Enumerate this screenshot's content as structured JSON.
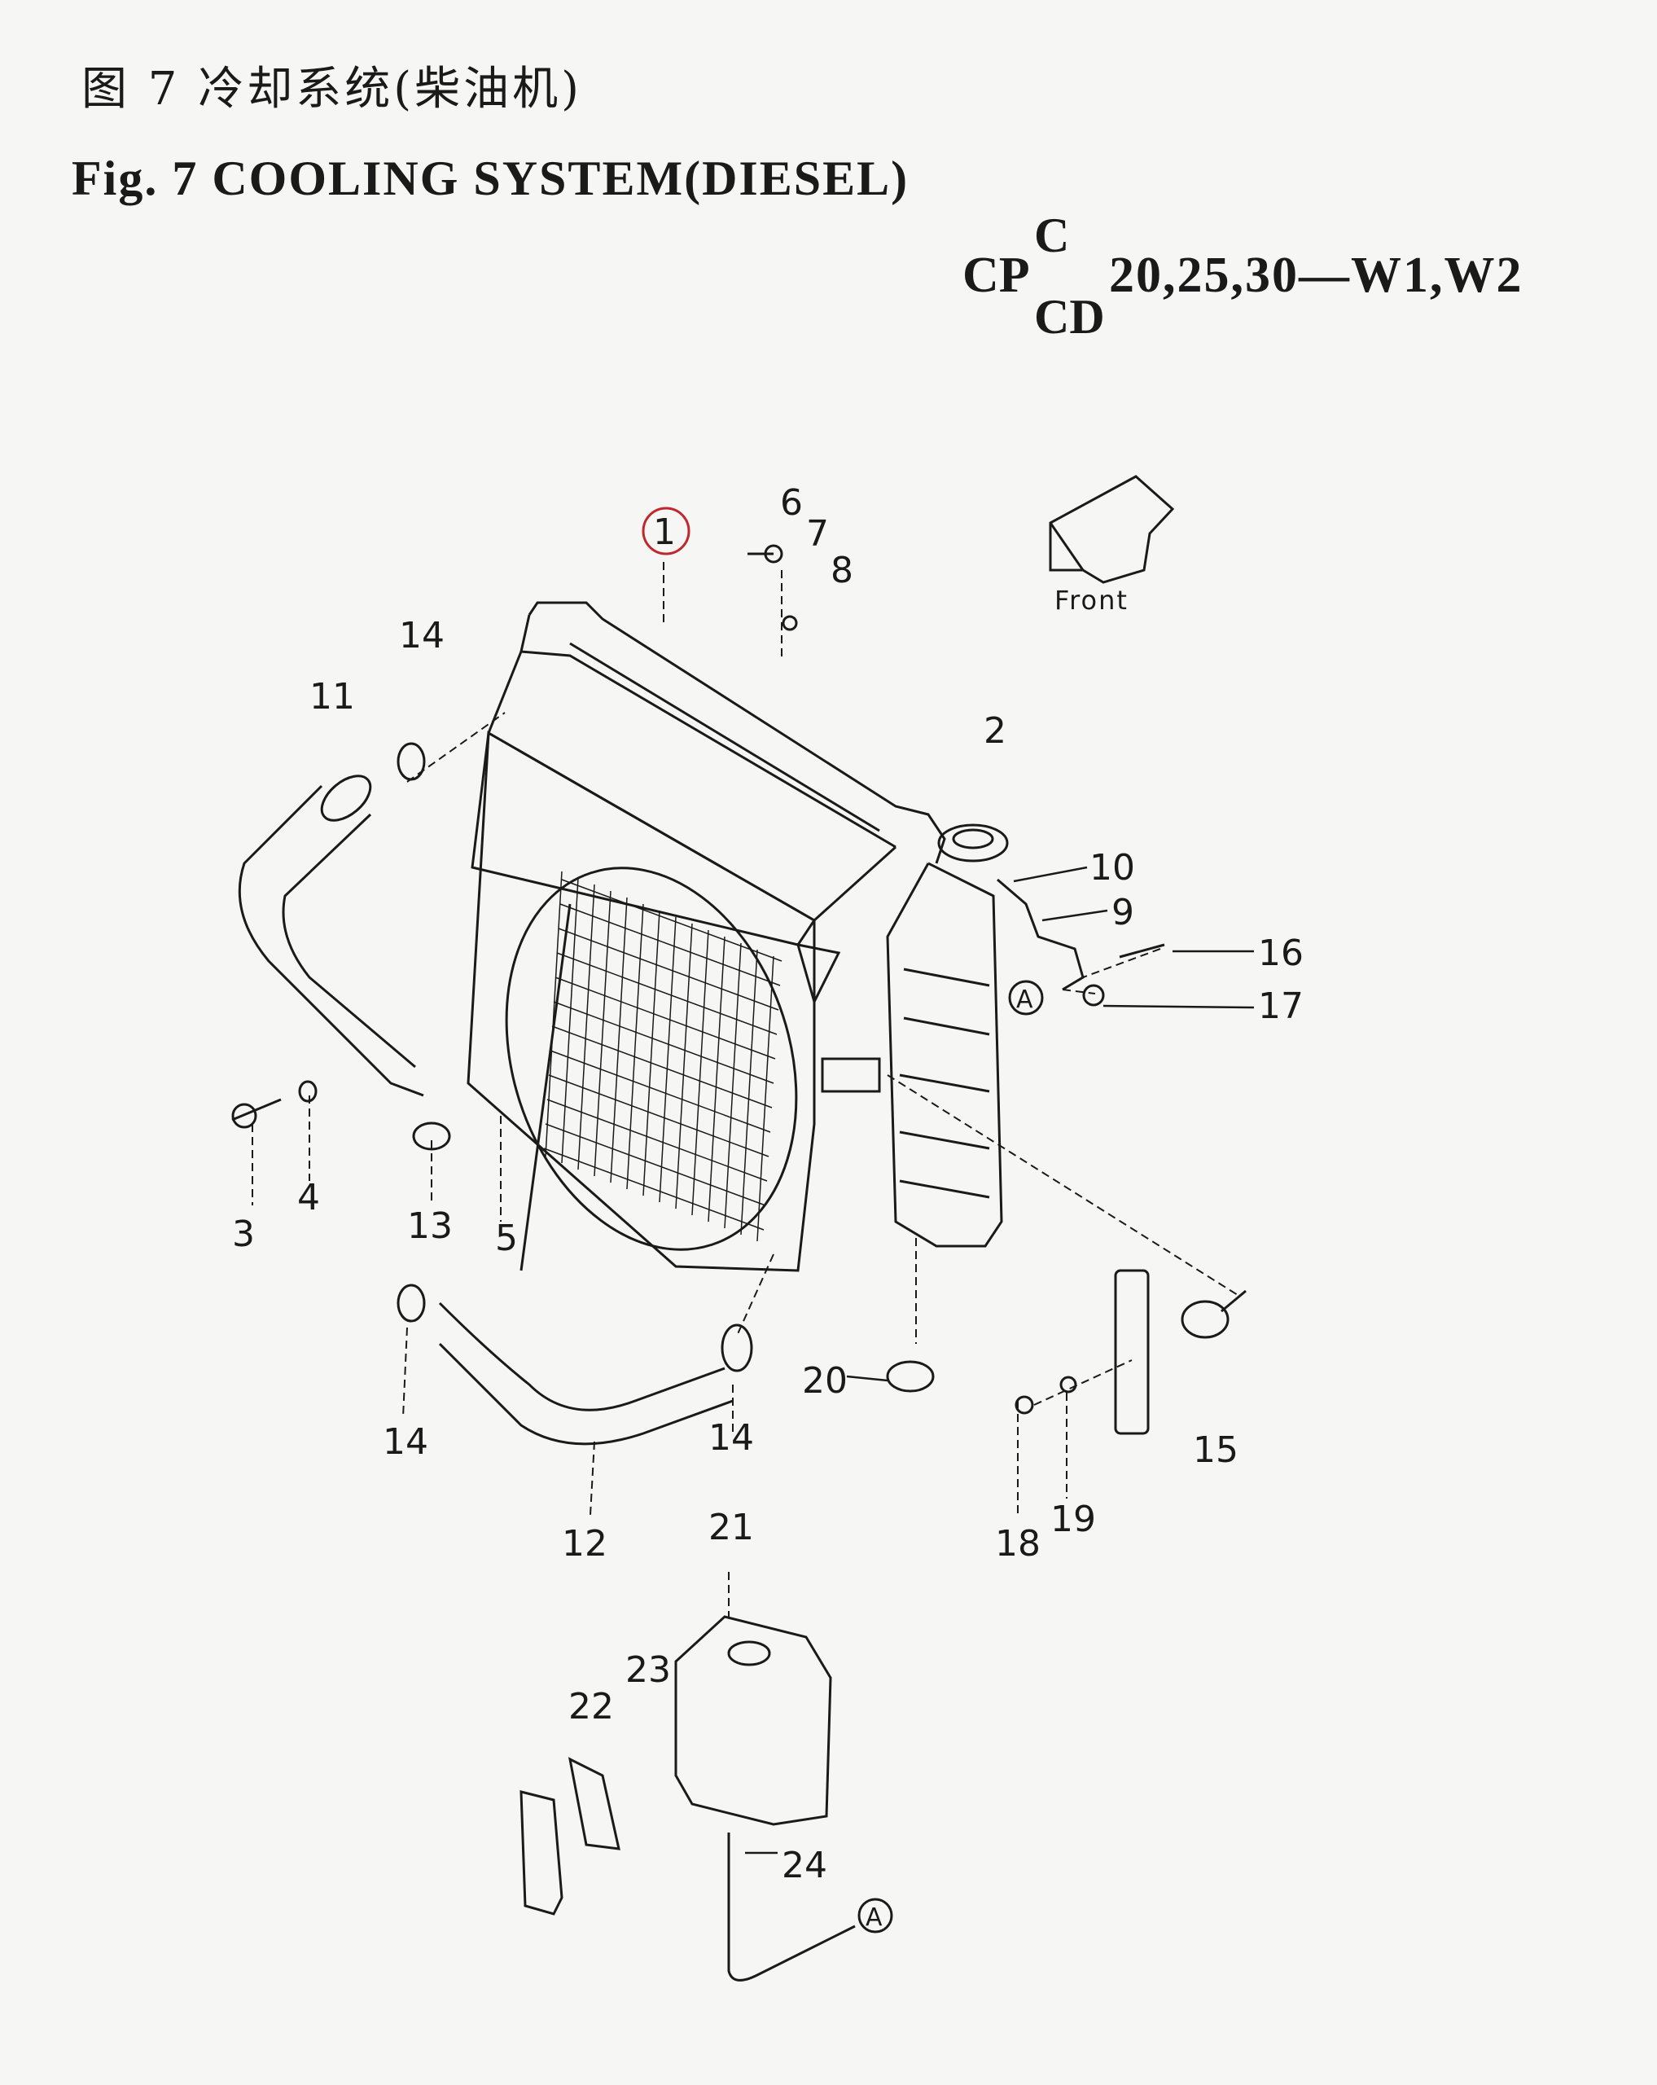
{
  "title": {
    "cn": "图 7   冷却系统(柴油机)",
    "en": "Fig. 7   COOLING SYSTEM(DIESEL)"
  },
  "model": {
    "prefix": "CP",
    "top": "C",
    "bottom": "CD",
    "rest": "20,25,30—W1,W2"
  },
  "direction_label": "Front",
  "connector_label": "A",
  "part_callouts": [
    "1",
    "2",
    "3",
    "4",
    "5",
    "6",
    "7",
    "8",
    "9",
    "10",
    "11",
    "12",
    "13",
    "14",
    "15",
    "16",
    "17",
    "18",
    "19",
    "20",
    "21",
    "22",
    "23",
    "24"
  ],
  "highlighted_part": "1",
  "colors": {
    "ink": "#1a1a1a",
    "highlight_circle": "#c0282d",
    "paper": "#f6f6f4"
  }
}
